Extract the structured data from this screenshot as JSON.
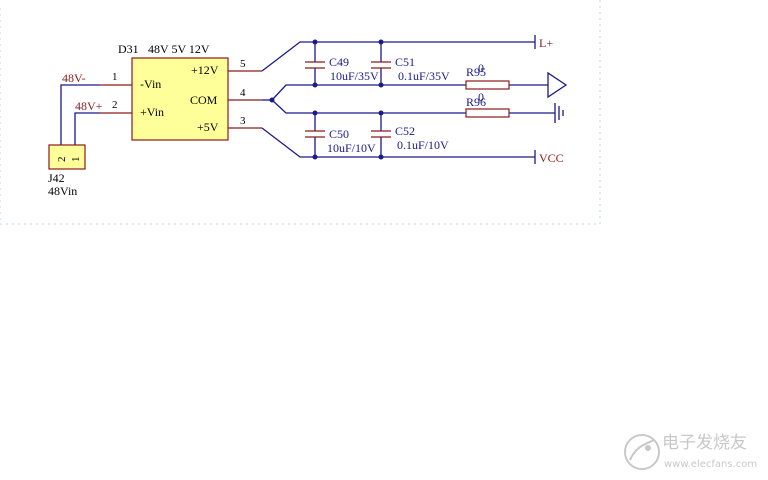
{
  "converter": {
    "designator": "D31",
    "value": "48V  5V  12V",
    "pins": {
      "vin_neg": "-Vin",
      "vin_pos": "+Vin",
      "p12v": "+12V",
      "com": "COM",
      "p5v": "+5V"
    },
    "pin_numbers": [
      "1",
      "2",
      "5",
      "4",
      "3"
    ]
  },
  "connector": {
    "designator": "J42",
    "value": "48Vin",
    "pin_numbers": [
      "2",
      "1"
    ]
  },
  "nets": {
    "neg": "48V-",
    "pos": "48V+",
    "l_plus": "L+",
    "vcc": "VCC"
  },
  "caps": [
    {
      "ref": "C49",
      "value": "10uF/35V"
    },
    {
      "ref": "C51",
      "value": "0.1uF/35V"
    },
    {
      "ref": "C50",
      "value": "10uF/10V"
    },
    {
      "ref": "C52",
      "value": "0.1uF/10V"
    }
  ],
  "resistors": [
    {
      "ref": "R95",
      "value": "0"
    },
    {
      "ref": "R96",
      "value": "0"
    }
  ],
  "watermark": {
    "brand": "电子发烧友",
    "url": "www.elecfans.com"
  },
  "colors": {
    "wire": "#1a1a8c",
    "component": "#8b1a1a",
    "body_fill": "#ffff99",
    "grid": "#b0c4de"
  }
}
